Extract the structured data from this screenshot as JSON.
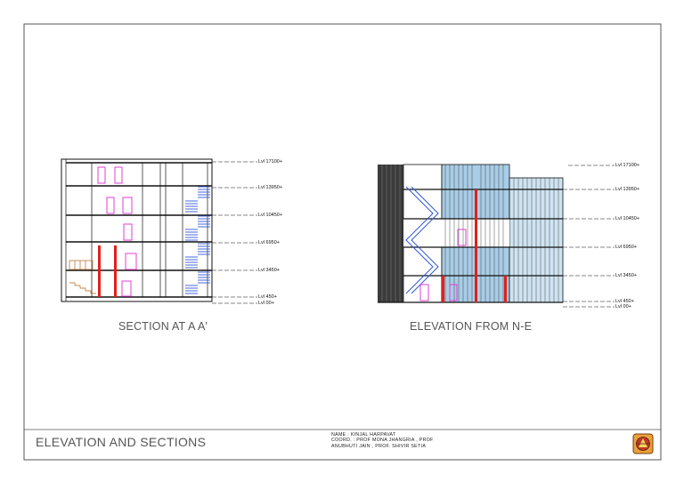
{
  "drawings": [
    {
      "id": "section",
      "caption": "SECTION AT A A'"
    },
    {
      "id": "elevation",
      "caption": "ELEVATION FROM N-E"
    }
  ],
  "section_levels": [
    "Lvl 17100+",
    "Lvl 13950+",
    "Lvl 10450+",
    "Lvl 6950+",
    "Lvl 3450+",
    "Lvl 450+",
    "Lvl 00+"
  ],
  "elevation_levels": [
    "Lvl 17100+",
    "Lvl 13950+",
    "Lvl 10450+",
    "Lvl 6950+",
    "Lvl 3450+",
    "Lvl 450+",
    "Lvl 00+"
  ],
  "title_block": {
    "title": "ELEVATION AND SECTIONS",
    "name_line": "NAME : KINJAL HARPAVAT",
    "coord_line1": "COORD. : PROF MONA JHANGRIA , PROF",
    "coord_line2": "ANUBHUTI JAIN , PROF. SHIVIR SETIA"
  },
  "colors": {
    "frame": "#555555",
    "glazing": "#a9cde6",
    "stair": "#2f57d6",
    "column_red": "#e0201b",
    "door_magenta": "#e23fd6",
    "solid_wall": "#3b3b3b"
  },
  "icons": {
    "logo": "institution-emblem-icon"
  }
}
